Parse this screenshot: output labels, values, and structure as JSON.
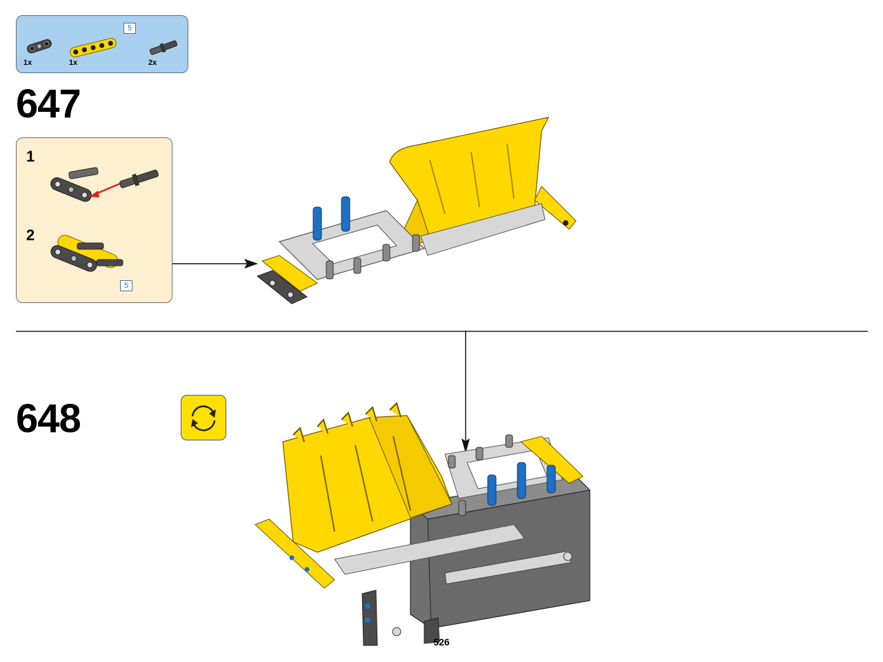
{
  "parts_list": {
    "items": [
      {
        "qty": "1x",
        "part": "dark-gray-beam-3",
        "color": "#4a4a4a"
      },
      {
        "qty": "1x",
        "part": "yellow-beam-5",
        "color": "#ffd800",
        "length_badge": "5"
      },
      {
        "qty": "2x",
        "part": "axle-pin-with-friction",
        "color": "#5c5c5c"
      }
    ]
  },
  "steps": [
    {
      "number": "647"
    },
    {
      "number": "648"
    }
  ],
  "subassembly": {
    "steps": [
      {
        "number": "1"
      },
      {
        "number": "2",
        "length_badge": "5"
      }
    ]
  },
  "colors": {
    "yellow": "#ffd800",
    "light_gray": "#d8d8d8",
    "dark_gray": "#565656",
    "blue_pin": "#1f6fc4",
    "parts_bg": "#a9d0ee",
    "sub_bg": "#fdefcf",
    "arrow_red": "#e11e1e"
  },
  "icons": {
    "rotate": "rotate-model-icon"
  },
  "page": {
    "number": "526"
  }
}
